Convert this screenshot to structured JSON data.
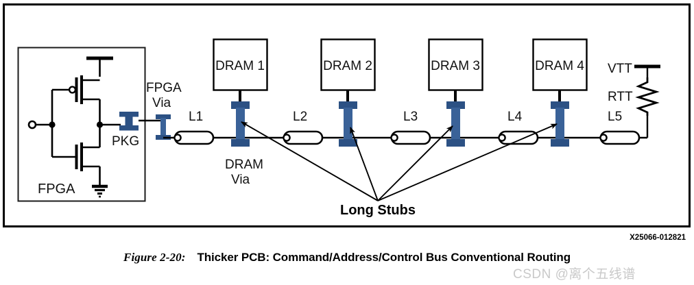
{
  "figure": {
    "number_label": "Figure 2-20:",
    "title": "Thicker PCB: Command/Address/Control Bus Conventional Routing",
    "doc_reference": "X25066-012821",
    "watermark": "CSDN @离个五线谱"
  },
  "colors": {
    "via_blue": "#2c5184",
    "via_blue_light": "#3a6298",
    "line_black": "#000000",
    "frame_black": "#000000",
    "page_background": "#ffffff",
    "watermark_gray": "#c9c9c9"
  },
  "driver": {
    "block_label": "FPGA",
    "package_label": "PKG",
    "via_label_line1": "FPGA",
    "via_label_line2": "Via",
    "devices": [
      {
        "name": "pmos-pullup",
        "type": "PMOS"
      },
      {
        "name": "nmos-pulldown",
        "type": "NMOS"
      }
    ]
  },
  "memories": [
    {
      "label": "DRAM 1"
    },
    {
      "label": "DRAM 2"
    },
    {
      "label": "DRAM 3"
    },
    {
      "label": "DRAM 4"
    }
  ],
  "dram_via_label_line1": "DRAM",
  "dram_via_label_line2": "Via",
  "traces": [
    {
      "label": "L1"
    },
    {
      "label": "L2"
    },
    {
      "label": "L3"
    },
    {
      "label": "L4"
    },
    {
      "label": "L5"
    }
  ],
  "termination": {
    "supply_label": "VTT",
    "resistor_label": "RTT"
  },
  "annotation": {
    "callout_label": "Long Stubs",
    "arrow_count": 4
  },
  "chart_data": {
    "type": "diagram",
    "title": "Thicker PCB: Command/Address/Control Bus Conventional Routing",
    "topology": "fly-by daisy chain with long DRAM stub vias",
    "nodes": [
      {
        "id": "fpga",
        "label": "FPGA",
        "kind": "driver-block"
      },
      {
        "id": "pkg",
        "label": "PKG",
        "kind": "package-via"
      },
      {
        "id": "fpga_via",
        "label": "FPGA Via",
        "kind": "pcb-via"
      },
      {
        "id": "dram1",
        "label": "DRAM 1",
        "kind": "memory"
      },
      {
        "id": "dram2",
        "label": "DRAM 2",
        "kind": "memory"
      },
      {
        "id": "dram3",
        "label": "DRAM 3",
        "kind": "memory"
      },
      {
        "id": "dram4",
        "label": "DRAM 4",
        "kind": "memory"
      },
      {
        "id": "vtt",
        "label": "VTT",
        "kind": "supply-rail"
      },
      {
        "id": "rtt",
        "label": "RTT",
        "kind": "resistor"
      }
    ],
    "segments": [
      {
        "label": "L1",
        "from": "fpga_via",
        "to": "dram1"
      },
      {
        "label": "L2",
        "from": "dram1",
        "to": "dram2"
      },
      {
        "label": "L3",
        "from": "dram2",
        "to": "dram3"
      },
      {
        "label": "L4",
        "from": "dram3",
        "to": "dram4"
      },
      {
        "label": "L5",
        "from": "dram4",
        "to": "rtt"
      }
    ],
    "annotations": [
      {
        "text": "Long Stubs",
        "points_to": [
          "dram1",
          "dram2",
          "dram3",
          "dram4"
        ]
      },
      {
        "text": "DRAM Via",
        "points_to": [
          "dram1"
        ]
      },
      {
        "text": "FPGA Via",
        "points_to": [
          "fpga_via"
        ]
      }
    ]
  }
}
